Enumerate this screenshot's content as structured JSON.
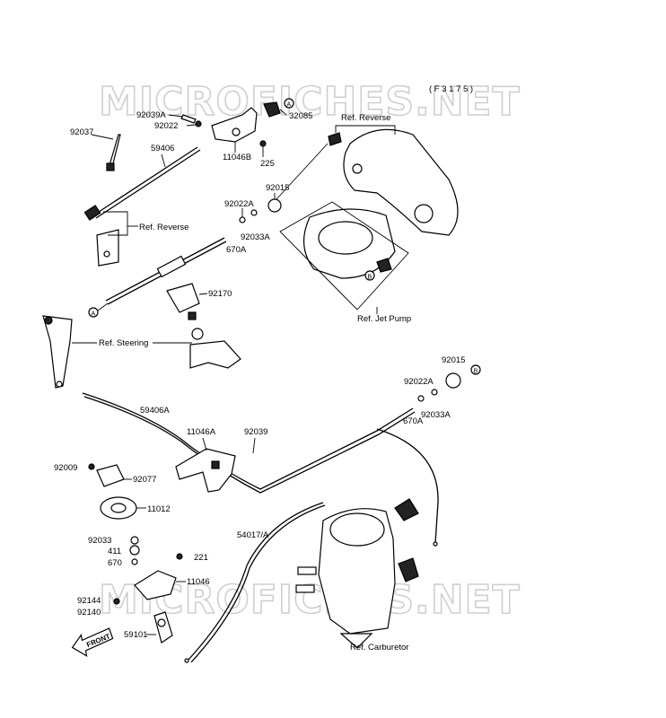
{
  "diagram_code": "( F 3 1 7 5 )",
  "watermark_top": "MICROFICHES.NET",
  "watermark_bottom": "MICROFICHES.NET",
  "front_arrow": "FRONT",
  "parts": {
    "p92039A": "92039A",
    "p92022": "92022",
    "p32085": "32085",
    "p11046B": "11046B",
    "p225": "225",
    "p92037": "92037",
    "p59406": "59406",
    "p92015_top": "92015",
    "p92022A_top": "92022A",
    "p92033A_top": "92033A",
    "p670A_top": "670A",
    "p92170": "92170",
    "p92015_mid": "92015",
    "p92022A_mid": "92022A",
    "p92033A_mid": "92033A",
    "p670A_mid": "670A",
    "p59406A": "59406A",
    "p11046A": "11046A",
    "p92039": "92039",
    "p92009": "92009",
    "p92077": "92077",
    "p11012": "11012",
    "p54017A": "54017/A",
    "p92033": "92033",
    "p411": "411",
    "p221": "221",
    "p670": "670",
    "p11046": "11046",
    "p92144": "92144",
    "p92140": "92140",
    "p59101": "59101"
  },
  "refs": {
    "reverse_top": "Ref. Reverse",
    "reverse_left": "Ref. Reverse",
    "jet_pump": "Ref. Jet Pump",
    "steering": "Ref. Steering",
    "carburetor": "Ref. Carburetor"
  },
  "callouts": {
    "a_top": "A",
    "a_bottom": "A",
    "b_pump": "B",
    "b_right": "B"
  }
}
